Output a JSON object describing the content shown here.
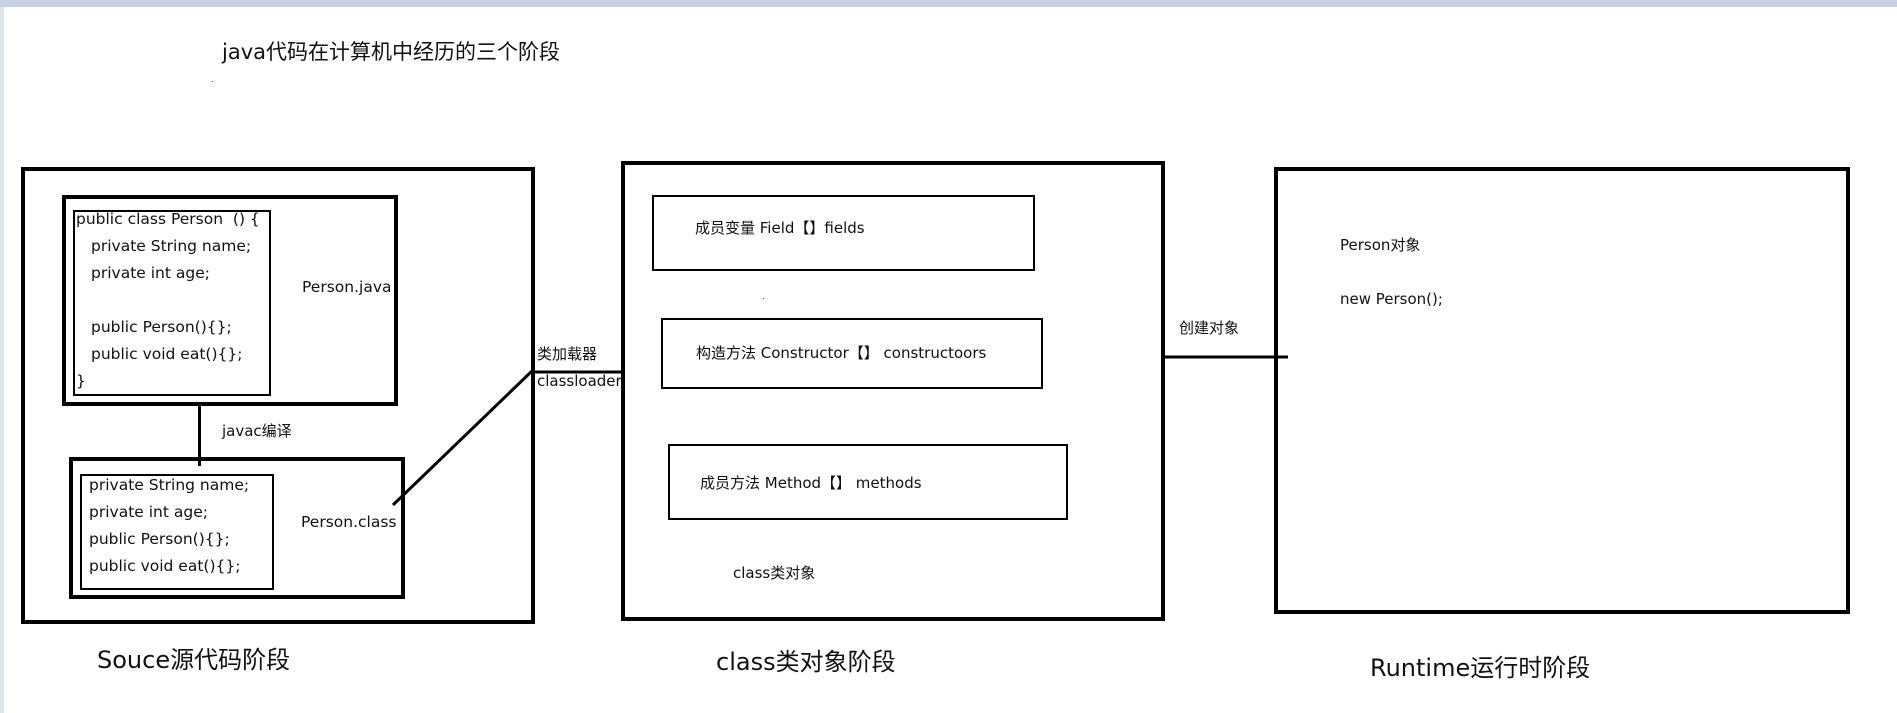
{
  "title": "java代码在计算机中经历的三个阶段",
  "source_stage": {
    "label": "Souce源代码阶段",
    "java_file": {
      "filename": "Person.java",
      "code_lines": [
        "public class Person  () {",
        "private String name;",
        "private int age;",
        "public Person(){};",
        "public void eat(){};",
        "}"
      ]
    },
    "compile_label": "javac编译",
    "class_file": {
      "filename": "Person.class",
      "code_lines": [
        "private String name;",
        "private int age;",
        "public Person(){};",
        "public void eat(){};"
      ]
    }
  },
  "loader": {
    "label_cn": "类加载器",
    "label_en": "classloader"
  },
  "class_stage": {
    "label": "class类对象阶段",
    "members": [
      "成员变量 Field【】fields",
      "构造方法 Constructor【】 constructoors",
      "成员方法 Method【】 methods"
    ],
    "object_label": "class类对象"
  },
  "create_label": "创建对象",
  "runtime_stage": {
    "label": "Runtime运行时阶段",
    "lines": [
      "Person对象",
      "new Person();"
    ]
  }
}
